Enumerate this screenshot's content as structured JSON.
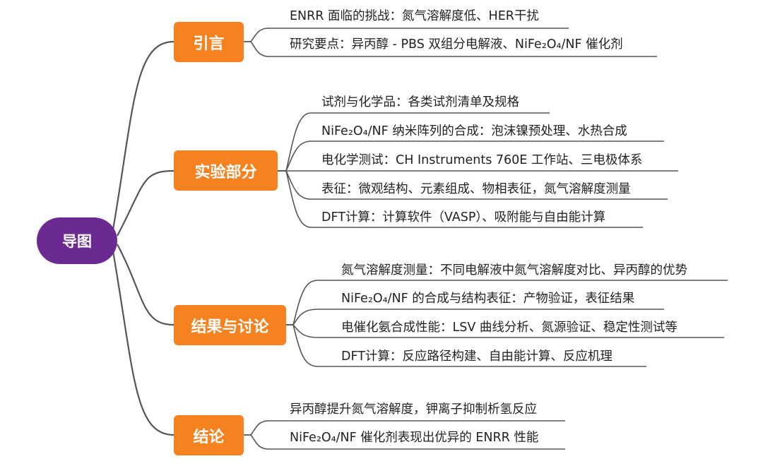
{
  "root": {
    "label": "导图"
  },
  "colors": {
    "root": "#6b2a92",
    "branch": "#f5821f",
    "line": "#555555"
  },
  "branches": [
    {
      "label": "引言",
      "items": [
        "ENRR 面临的挑战：氮气溶解度低、HER干扰",
        "研究要点：异丙醇 - PBS 双组分电解液、NiFe₂O₄/NF 催化剂"
      ]
    },
    {
      "label": "实验部分",
      "items": [
        "试剂与化学品：各类试剂清单及规格",
        "NiFe₂O₄/NF 纳米阵列的合成：泡沫镍预处理、水热合成",
        "电化学测试：CH Instruments 760E 工作站、三电极体系",
        "表征：微观结构、元素组成、物相表征，氮气溶解度测量",
        "DFT计算：计算软件（VASP）、吸附能与自由能计算"
      ]
    },
    {
      "label": "结果与讨论",
      "items": [
        "氮气溶解度测量：不同电解液中氮气溶解度对比、异丙醇的优势",
        "NiFe₂O₄/NF 的合成与结构表征：产物验证，表征结果",
        "电催化氨合成性能：LSV 曲线分析、氮源验证、稳定性测试等",
        "DFT计算：反应路径构建、自由能计算、反应机理"
      ]
    },
    {
      "label": "结论",
      "items": [
        "异丙醇提升氮气溶解度，钾离子抑制析氢反应",
        "NiFe₂O₄/NF 催化剂表现出优异的 ENRR 性能"
      ]
    }
  ]
}
